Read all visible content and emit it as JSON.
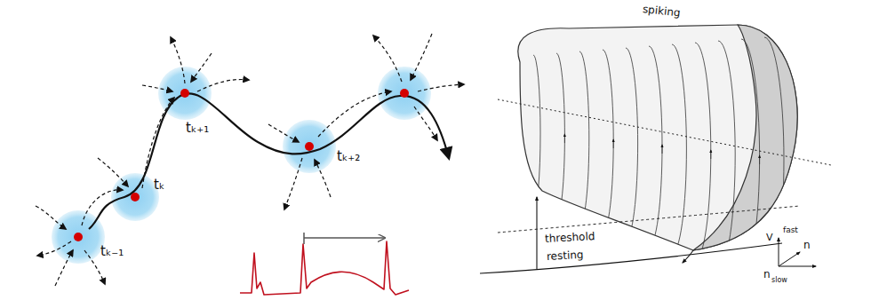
{
  "diagram": {
    "labels": [
      "tₖ₋₁",
      "tₖ",
      "tₖ₊₁",
      "tₖ₊₂",
      "spiking",
      "threshold",
      "resting",
      "V",
      "fast",
      "n",
      "n",
      "slow"
    ]
  }
}
